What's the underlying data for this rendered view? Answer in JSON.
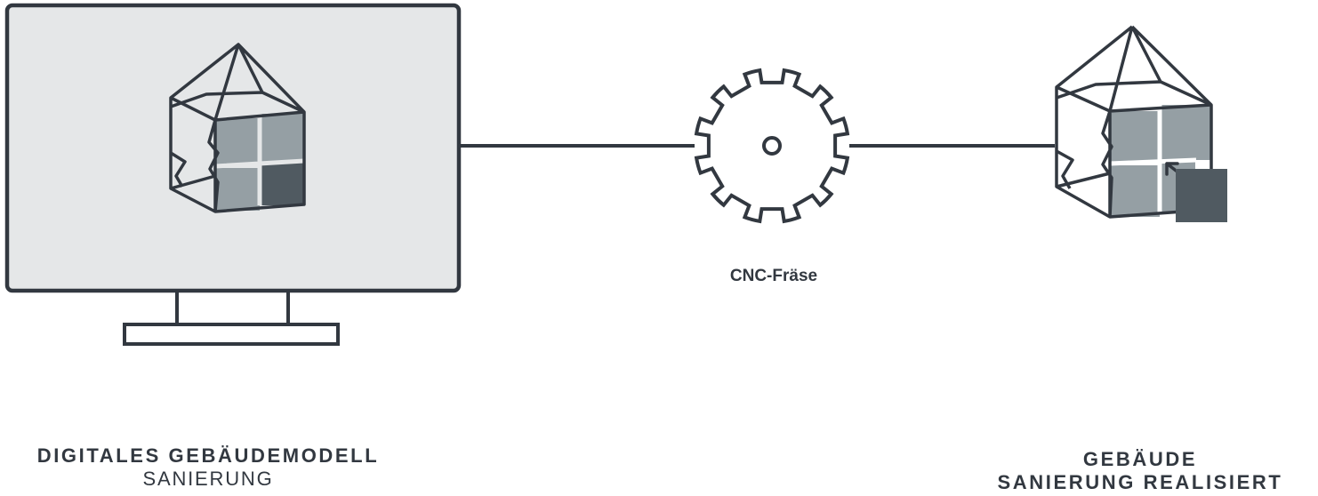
{
  "colors": {
    "stroke": "#323840",
    "screen_background": "#e5e7e8",
    "glass_light": "#959fa4",
    "glass_dark": "#505a61",
    "text": "#323840"
  },
  "icons": {
    "monitor": "monitor-icon",
    "mill": "cnc-mill-gear-icon",
    "building": "building-model-icon",
    "replacement_panel": "replacement-panel-icon"
  },
  "cnc": {
    "label": "CNC-Fräse"
  },
  "left_caption": {
    "title": "DIGITALES GEBÄUDEMODELL",
    "subtitle": "SANIERUNG"
  },
  "right_caption": {
    "title": "GEBÄUDE",
    "subtitle": "SANIERUNG REALISIERT"
  }
}
